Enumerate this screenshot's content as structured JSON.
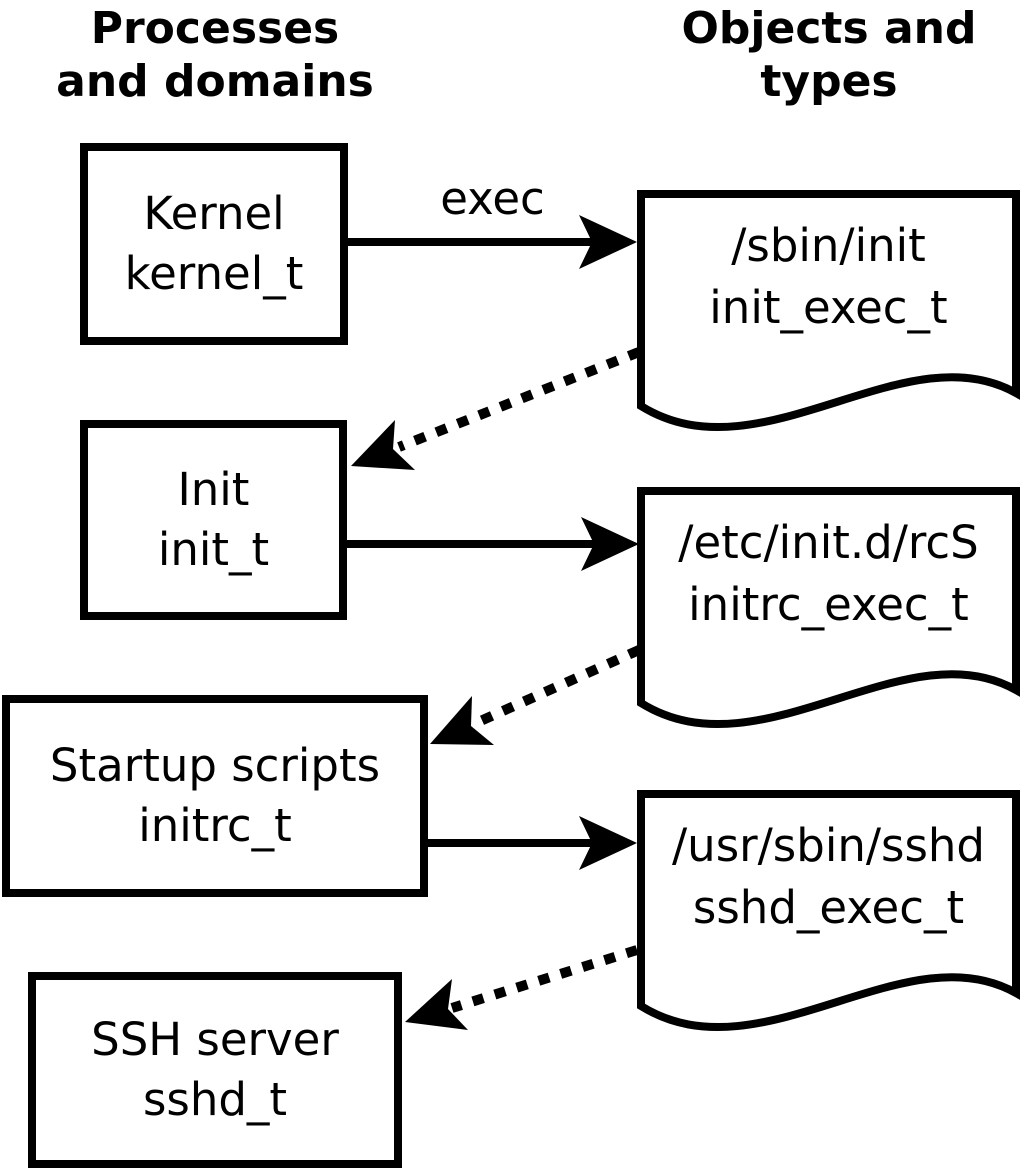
{
  "diagram": {
    "background": "#ffffff",
    "ink": "#000000"
  },
  "columns": {
    "left_title": "Processes\nand domains",
    "right_title": "Objects and\ntypes"
  },
  "process_boxes": [
    {
      "name": "Kernel",
      "type": "kernel_t"
    },
    {
      "name": "Init",
      "type": "init_t"
    },
    {
      "name": "Startup scripts",
      "type": "initrc_t"
    },
    {
      "name": "SSH server",
      "type": "sshd_t"
    }
  ],
  "object_docs": [
    {
      "path": "/sbin/init",
      "type": "init_exec_t"
    },
    {
      "path": "/etc/init.d/rcS",
      "type": "initrc_exec_t"
    },
    {
      "path": "/usr/sbin/sshd",
      "type": "sshd_exec_t"
    }
  ],
  "arrows": {
    "exec_label": "exec"
  }
}
